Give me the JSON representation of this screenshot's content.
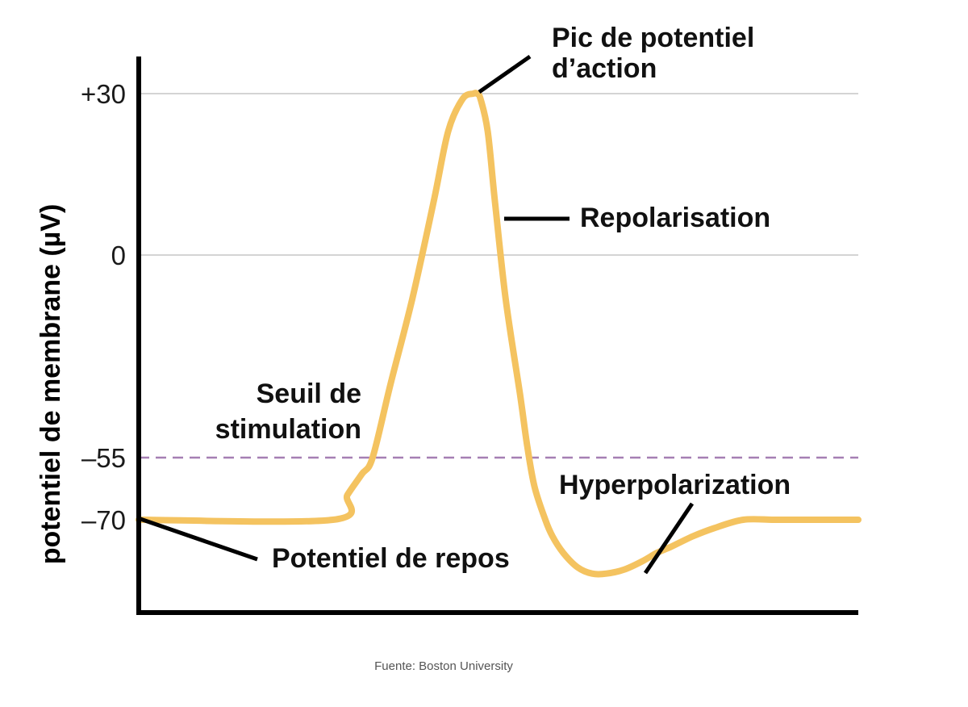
{
  "chart_data": {
    "type": "line",
    "ylabel": "potentiel de membrane (µV)",
    "xlabel": "",
    "yticks": [
      {
        "value": 30,
        "label": "+30"
      },
      {
        "value": 0,
        "label": "0"
      },
      {
        "value": -55,
        "label": "–55"
      },
      {
        "value": -70,
        "label": "–70"
      }
    ],
    "ylim": [
      -87,
      40
    ],
    "xlim": [
      0,
      100
    ],
    "grid": {
      "horizontal_at": [
        30,
        0
      ],
      "color": "#d4d4d4"
    },
    "threshold": {
      "value": -55,
      "style": "dashed",
      "color": "#a57fb3"
    },
    "series": [
      {
        "color": "#f4c360",
        "x": [
          0,
          27,
          29,
          31,
          32.5,
          35,
          38,
          41,
          43,
          45,
          46.5,
          47,
          47.5,
          48.5,
          49.5,
          51,
          53,
          54,
          55,
          56.5,
          57.5,
          59,
          61,
          63,
          65,
          67.5,
          70,
          72,
          74,
          77,
          80,
          84,
          88,
          90,
          95,
          100
        ],
        "y": [
          -70,
          -70,
          -64,
          -59,
          -55,
          -35,
          -12,
          10,
          23,
          29,
          30,
          30,
          29,
          23,
          10,
          -12,
          -38,
          -52,
          -62,
          -70,
          -74,
          -78,
          -81.5,
          -83,
          -83,
          -82,
          -80,
          -78,
          -76.5,
          -74,
          -72,
          -70,
          -70,
          -70,
          -70,
          -70
        ]
      }
    ],
    "annotations": [
      {
        "id": "peak",
        "lines": [
          "Pic de potentiel",
          "d’action"
        ],
        "point": [
          47,
          30
        ]
      },
      {
        "id": "repolarisation",
        "lines": [
          "Repolarisation"
        ],
        "point": [
          51,
          8
        ]
      },
      {
        "id": "threshold",
        "lines": [
          "Seuil de",
          "stimulation"
        ],
        "point": [
          32.5,
          -55
        ]
      },
      {
        "id": "hyperpolarization",
        "lines": [
          "Hyperpolarization"
        ],
        "point": [
          70,
          -83
        ]
      },
      {
        "id": "resting",
        "lines": [
          "Potentiel de repos"
        ],
        "point": [
          0,
          -70
        ]
      }
    ]
  },
  "source_note": "Fuente: Boston University"
}
